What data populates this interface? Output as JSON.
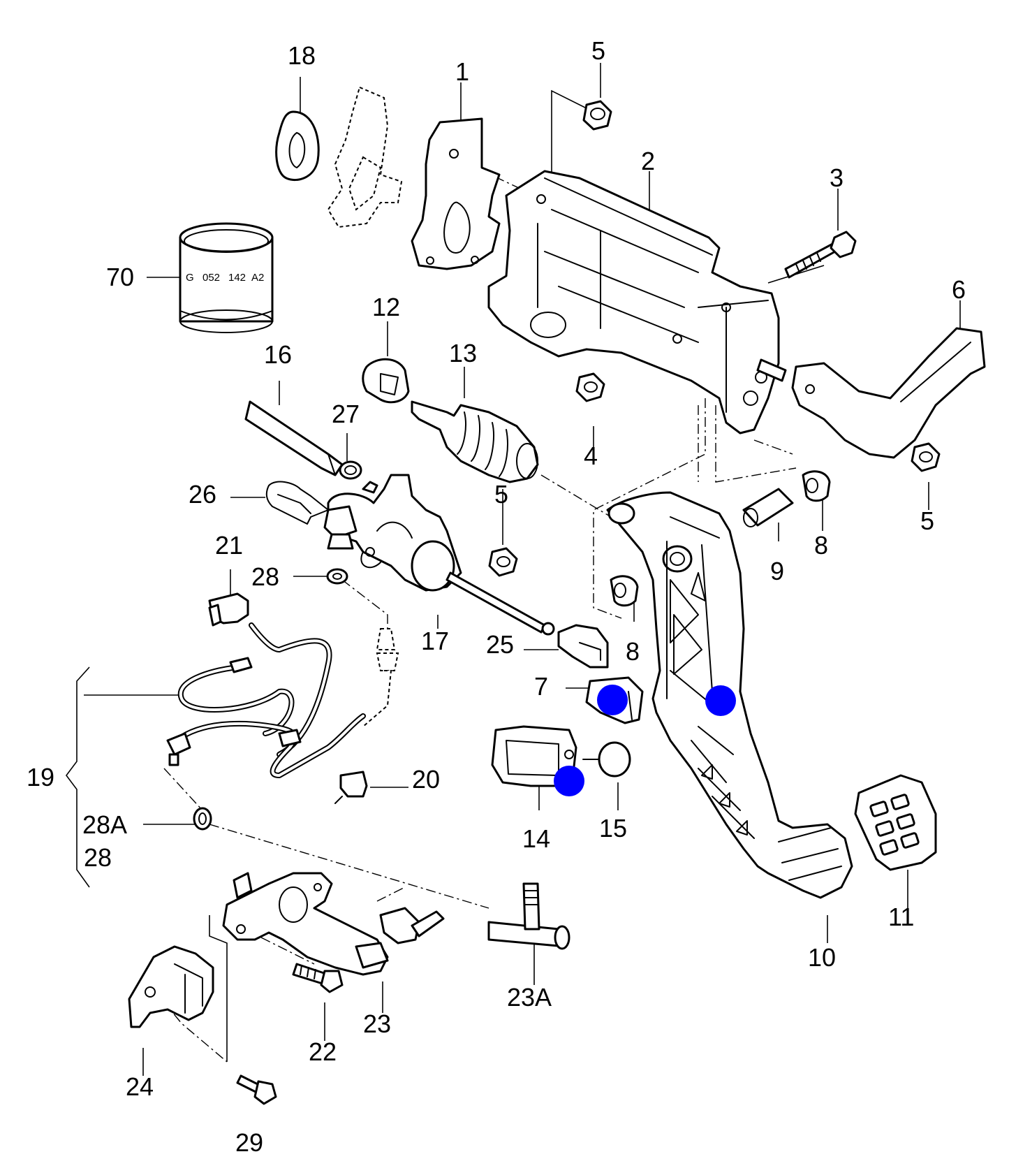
{
  "labels": {
    "l1": "1",
    "l2": "2",
    "l3": "3",
    "l4": "4",
    "l5a": "5",
    "l5b": "5",
    "l5c": "5",
    "l6": "6",
    "l7": "7",
    "l8a": "8",
    "l8b": "8",
    "l9": "9",
    "l10": "10",
    "l11": "11",
    "l12": "12",
    "l13": "13",
    "l14": "14",
    "l15": "15",
    "l16": "16",
    "l17": "17",
    "l18": "18",
    "l19": "19",
    "l20": "20",
    "l21": "21",
    "l22": "22",
    "l23": "23",
    "l23a": "23A",
    "l24": "24",
    "l25": "25",
    "l26": "26",
    "l27": "27",
    "l28a": "28",
    "l28b": "28",
    "l28A": "28A",
    "l29": "29",
    "l70": "70"
  },
  "sleeve_stamp": {
    "g": "G",
    "n1": "052",
    "n2": "142",
    "n3": "A2"
  },
  "marker_color": "#0000ff"
}
